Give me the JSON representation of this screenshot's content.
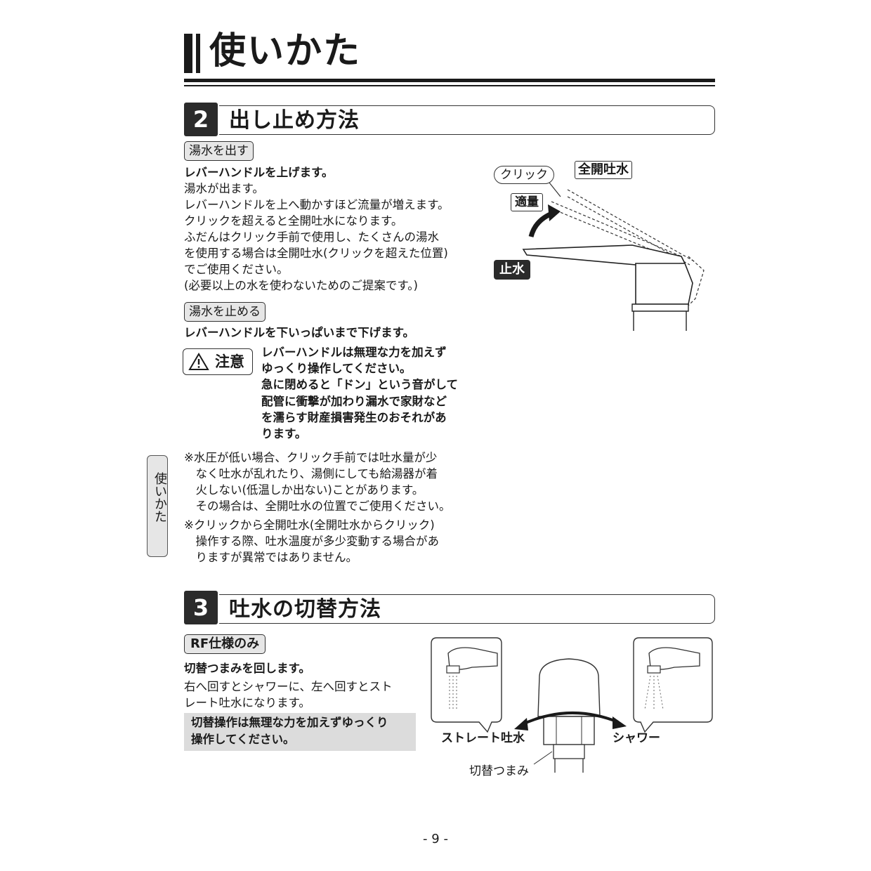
{
  "page": {
    "title": "使いかた",
    "side_tab": "使いかた",
    "page_number": "- 9 -"
  },
  "section2": {
    "number": "2",
    "title": "出し止め方法",
    "tag_open": "湯水を出す",
    "open_lines": [
      "レバーハンドルを上げます。",
      "湯水が出ます。",
      "レバーハンドルを上へ動かすほど流量が増えます。",
      "クリックを超えると全開吐水になります。",
      "ふだんはクリック手前で使用し、たくさんの湯水",
      "を使用する場合は全開吐水(クリックを超えた位置)",
      "でご使用ください。",
      "(必要以上の水を使わないためのご提案です。)"
    ],
    "tag_close": "湯水を止める",
    "close_line": "レバーハンドルを下いっぱいまで下げます。",
    "caution_label": "注意",
    "caution_lines": [
      "レバーハンドルは無理な力を加えず",
      "ゆっくり操作してください。",
      "急に閉めると「ドン」という音がして",
      "配管に衝撃が加わり漏水で家財など",
      "を濡らす財産損害発生のおそれがあ",
      "ります。"
    ],
    "notes": [
      "※水圧が低い場合、クリック手前では吐水量が少",
      "　なく吐水が乱れたり、湯側にしても給湯器が着",
      "　火しない(低温しか出ない)ことがあります。",
      "　その場合は、全開吐水の位置でご使用ください。",
      "※クリックから全開吐水(全開吐水からクリック)",
      "　操作する際、吐水温度が多少変動する場合があ",
      "　りますが異常ではありません。"
    ],
    "diagram": {
      "click": "クリック",
      "full_open": "全開吐水",
      "proper": "適量",
      "stop": "止水"
    }
  },
  "section3": {
    "number": "3",
    "title": "吐水の切替方法",
    "tag": "RF仕様のみ",
    "line1": "切替つまみを回します。",
    "line2": "右へ回すとシャワーに、左へ回すとスト",
    "line3": "レート吐水になります。",
    "gray_lines": [
      "切替操作は無理な力を加えずゆっくり",
      "操作してください。"
    ],
    "diagram": {
      "straight": "ストレート吐水",
      "shower": "シャワー",
      "knob": "切替つまみ"
    }
  }
}
